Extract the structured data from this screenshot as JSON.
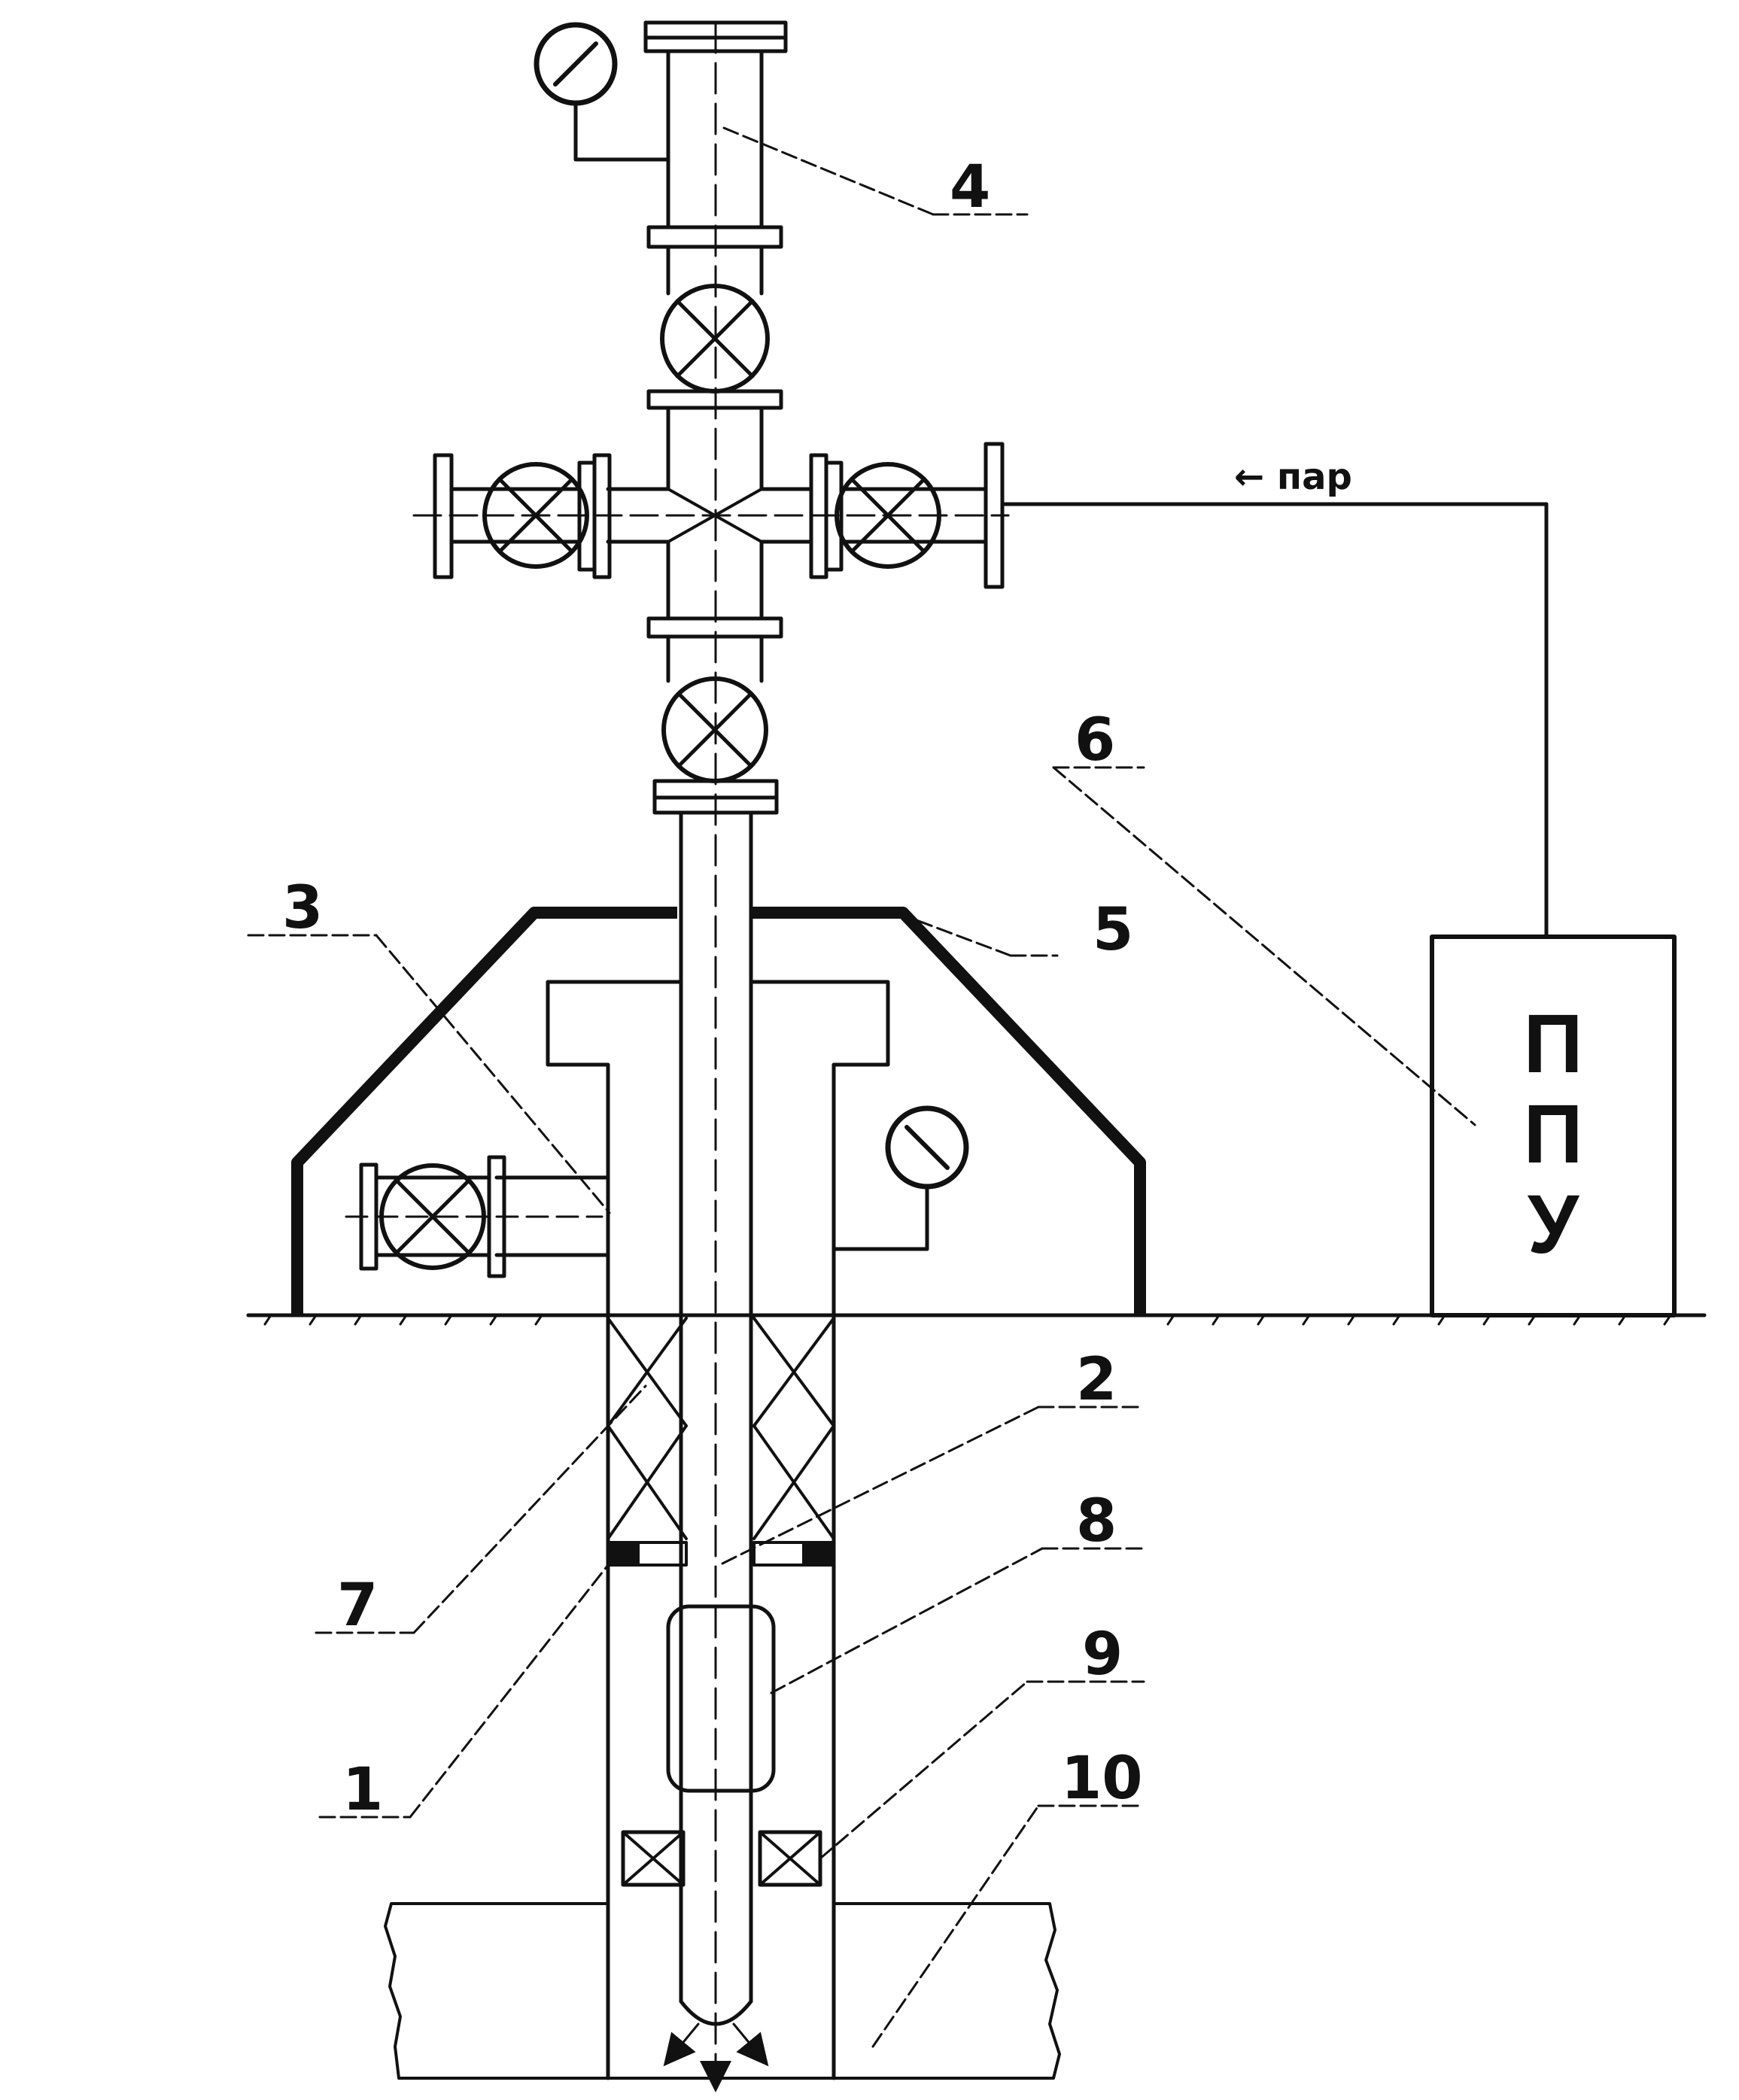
{
  "diagram": {
    "labels": {
      "l1": "1",
      "l2": "2",
      "l3": "3",
      "l4": "4",
      "l5": "5",
      "l6": "6",
      "l7": "7",
      "l8": "8",
      "l9": "9",
      "l10": "10"
    },
    "steam_label": "← пар",
    "unit": {
      "line1": "П",
      "line2": "П",
      "line3": "У"
    }
  },
  "colors": {
    "ink": "#111111",
    "background": "#ffffff"
  }
}
